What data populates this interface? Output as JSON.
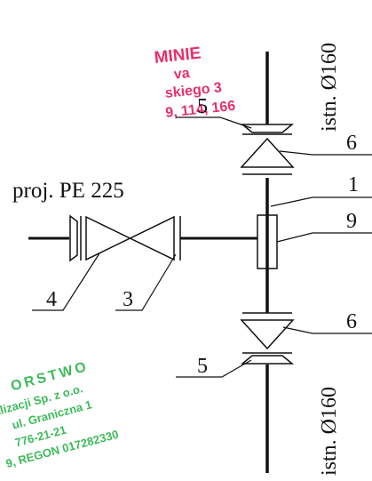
{
  "texts": {
    "pipe_new": "proj. PE 225",
    "pipe_top": "istn. Ø160",
    "pipe_bottom": "istn. Ø160"
  },
  "callouts": {
    "c1": "1",
    "c3": "3",
    "c4": "4",
    "c5_top": "5",
    "c5_bottom": "5",
    "c6_top": "6",
    "c6_bottom": "6",
    "c9": "9"
  },
  "stamp_red": {
    "line1": "MINIE",
    "line2": "va",
    "line3": "skiego 3",
    "line4": "9, 114, 166"
  },
  "stamp_green": {
    "line1": "ORSTWO",
    "line2": "alizacji Sp. z o.o.",
    "line3": "ul. Graniczna 1",
    "line4": "776-21-21",
    "line5": "9, REGON 017282330"
  },
  "colors": {
    "ink": "#111111",
    "stamp_red": "#e8306a",
    "stamp_green": "#3dbb5a"
  }
}
